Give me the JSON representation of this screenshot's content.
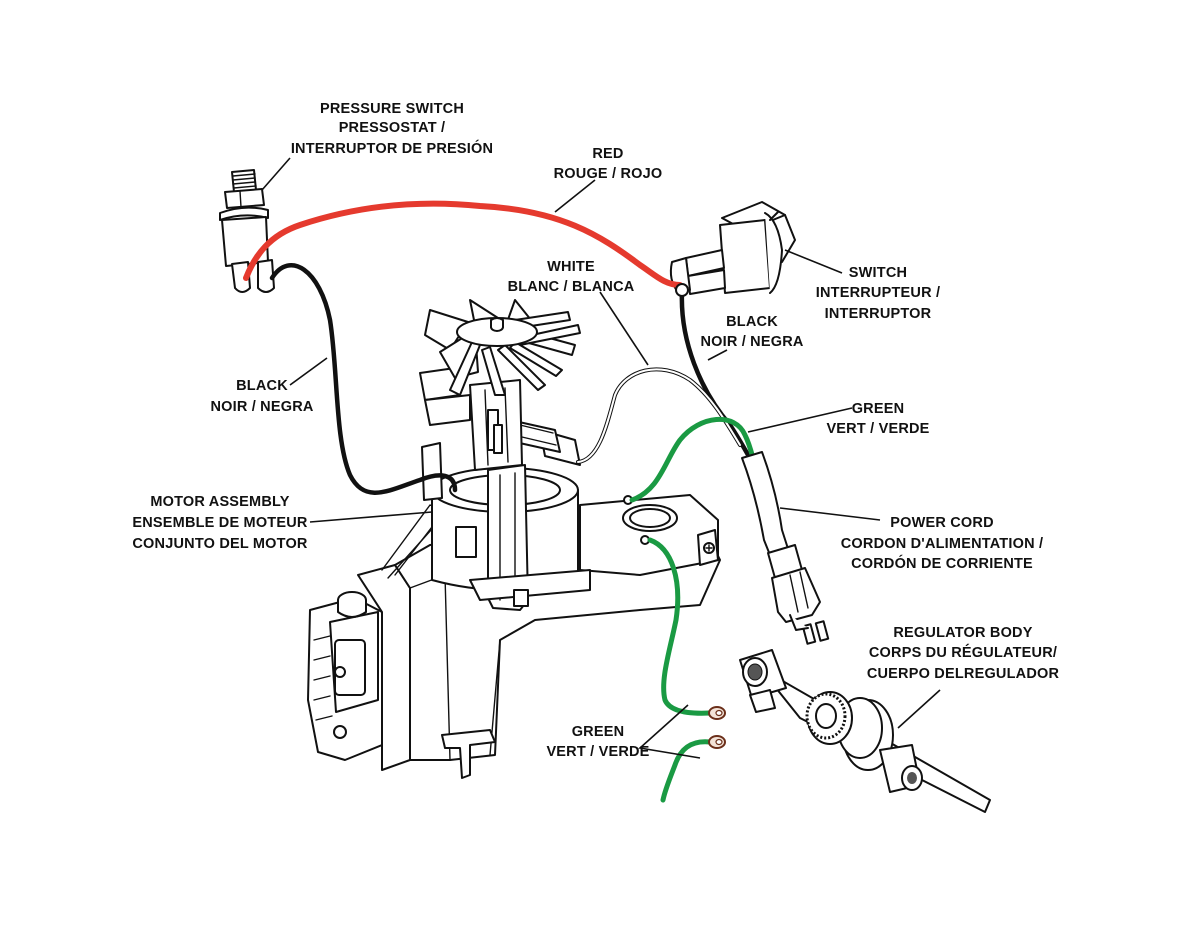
{
  "diagram": {
    "title": "Air compressor wiring diagram",
    "colors": {
      "red_wire": "#e53a2e",
      "black_wire": "#111111",
      "green_wire": "#1a9a43",
      "terminal_ring": "#a35a3c",
      "ink": "#111111",
      "background": "#ffffff"
    },
    "labels": {
      "pressure_switch": [
        "PRESSURE SWITCH",
        "PRESSOSTAT /",
        "INTERRUPTOR DE PRESIÓN"
      ],
      "red": [
        "RED",
        "ROUGE / ROJO"
      ],
      "white": [
        "WHITE",
        "BLANC / BLANCA"
      ],
      "switch": [
        "SWITCH",
        "INTERRUPTEUR /",
        "INTERRUPTOR"
      ],
      "black_right": [
        "BLACK",
        "NOIR / NEGRA"
      ],
      "black_left": [
        "BLACK",
        "NOIR / NEGRA"
      ],
      "green_top": [
        "GREEN",
        "VERT / VERDE"
      ],
      "motor_assembly": [
        "MOTOR ASSEMBLY",
        "ENSEMBLE DE MOTEUR",
        "CONJUNTO DEL MOTOR"
      ],
      "power_cord": [
        "POWER CORD",
        "CORDON D'ALIMENTATION /",
        "CORDÓN DE CORRIENTE"
      ],
      "regulator_body": [
        "REGULATOR BODY",
        "CORPS DU RÉGULATEUR/",
        "CUERPO DELREGULADOR"
      ],
      "green_bottom": [
        "GREEN",
        "VERT / VERDE"
      ]
    },
    "components": [
      {
        "id": "pressure-switch",
        "icon": "pressure-switch-icon"
      },
      {
        "id": "rocker-switch",
        "icon": "rocker-switch-icon"
      },
      {
        "id": "motor-assembly",
        "icon": "motor-icon"
      },
      {
        "id": "power-cord",
        "icon": "plug-icon"
      },
      {
        "id": "regulator-body",
        "icon": "regulator-icon"
      }
    ]
  }
}
